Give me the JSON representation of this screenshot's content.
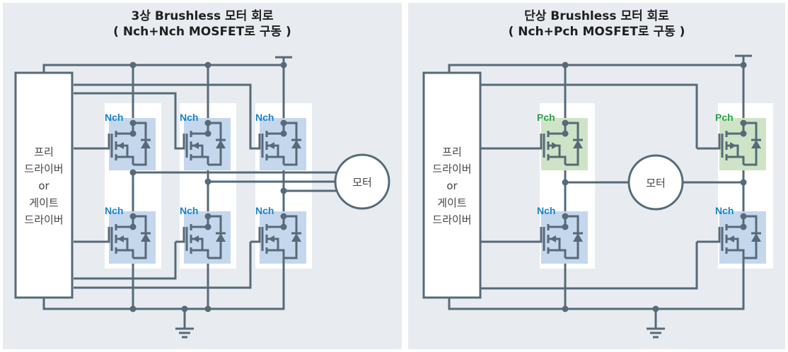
{
  "left": {
    "title_line1": "3상 Brushless 모터 회로",
    "title_line2": "( Nch+Nch MOSFET로 구동 )",
    "driver_lines": [
      "프리",
      "드라이버",
      "or",
      "게이트",
      "드라이버"
    ],
    "motor_label": "모터",
    "mosfets": [
      {
        "label": "Nch",
        "type": "N"
      },
      {
        "label": "Nch",
        "type": "N"
      },
      {
        "label": "Nch",
        "type": "N"
      },
      {
        "label": "Nch",
        "type": "N"
      },
      {
        "label": "Nch",
        "type": "N"
      },
      {
        "label": "Nch",
        "type": "N"
      }
    ]
  },
  "right": {
    "title_line1": "단상 Brushless 모터 회로",
    "title_line2": "( Nch+Pch MOSFET로 구동 )",
    "driver_lines": [
      "프리",
      "드라이버",
      "or",
      "게이트",
      "드라이버"
    ],
    "motor_label": "모터",
    "mosfets": [
      {
        "label": "Pch",
        "type": "P"
      },
      {
        "label": "Pch",
        "type": "P"
      },
      {
        "label": "Nch",
        "type": "N"
      },
      {
        "label": "Nch",
        "type": "N"
      }
    ]
  },
  "colors": {
    "wire": "#566a78",
    "nch_fill": "#c5d7ed",
    "pch_fill": "#cfe4c6",
    "nch_label": "#1a84c7",
    "pch_label": "#2ea04a",
    "panel_bg": "#e8ecf0"
  }
}
